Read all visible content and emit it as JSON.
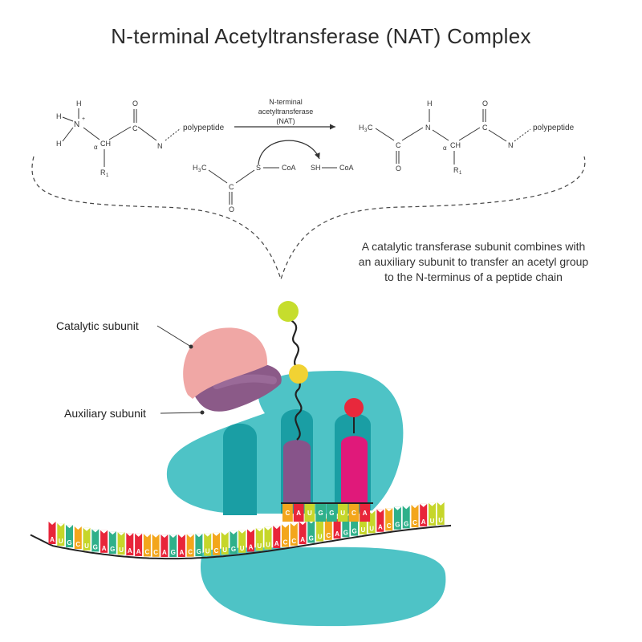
{
  "title": "N-terminal Acetyltransferase (NAT) Complex",
  "reaction": {
    "enzyme_line1": "N-terminal",
    "enzyme_line2": "acetyltransferase",
    "enzyme_line3": "(NAT)",
    "polypeptide": "polypeptide",
    "h": "H",
    "n": "N",
    "nplus": "+",
    "c": "C",
    "ch": "CH",
    "o": "O",
    "alpha": "α",
    "r1": "R",
    "r1_sub": "1",
    "h3c": "H",
    "h3c_sub": "3",
    "h3c_c": "C",
    "s": "S",
    "coa": "CoA",
    "sh": "SH"
  },
  "description": {
    "line1": "A catalytic transferase subunit combines with",
    "line2": "an auxiliary subunit to transfer an acetyl group",
    "line3": "to the N-terminus of a peptide chain"
  },
  "labels": {
    "catalytic": "Catalytic subunit",
    "auxiliary": "Auxiliary subunit"
  },
  "colors": {
    "ribosome": "#4ec3c6",
    "ribosome_dark": "#1a9ea4",
    "catalytic": "#f0a7a5",
    "auxiliary": "#8b5a88",
    "trna_purple": "#87548a",
    "trna_pink": "#e0197a",
    "ball_green": "#c6dd2d",
    "ball_yellow": "#f1d233",
    "ball_red": "#e8283c"
  },
  "mrna": {
    "lower_strand": [
      "A",
      "U",
      "G",
      "C",
      "U",
      "G",
      "A",
      "G",
      "U",
      "A",
      "A",
      "C",
      "C",
      "A",
      "G",
      "A",
      "C",
      "G",
      "U",
      "C",
      "U",
      "G",
      "U",
      "A",
      "U",
      "U",
      "A",
      "C",
      "C",
      "A",
      "G",
      "U",
      "C",
      "A",
      "G",
      "G",
      "U",
      "U",
      "A",
      "C",
      "G",
      "G",
      "C",
      "A",
      "U",
      "U"
    ],
    "codon_block": [
      "C",
      "A",
      "U",
      "G",
      "G",
      "U",
      "C",
      "A"
    ]
  }
}
